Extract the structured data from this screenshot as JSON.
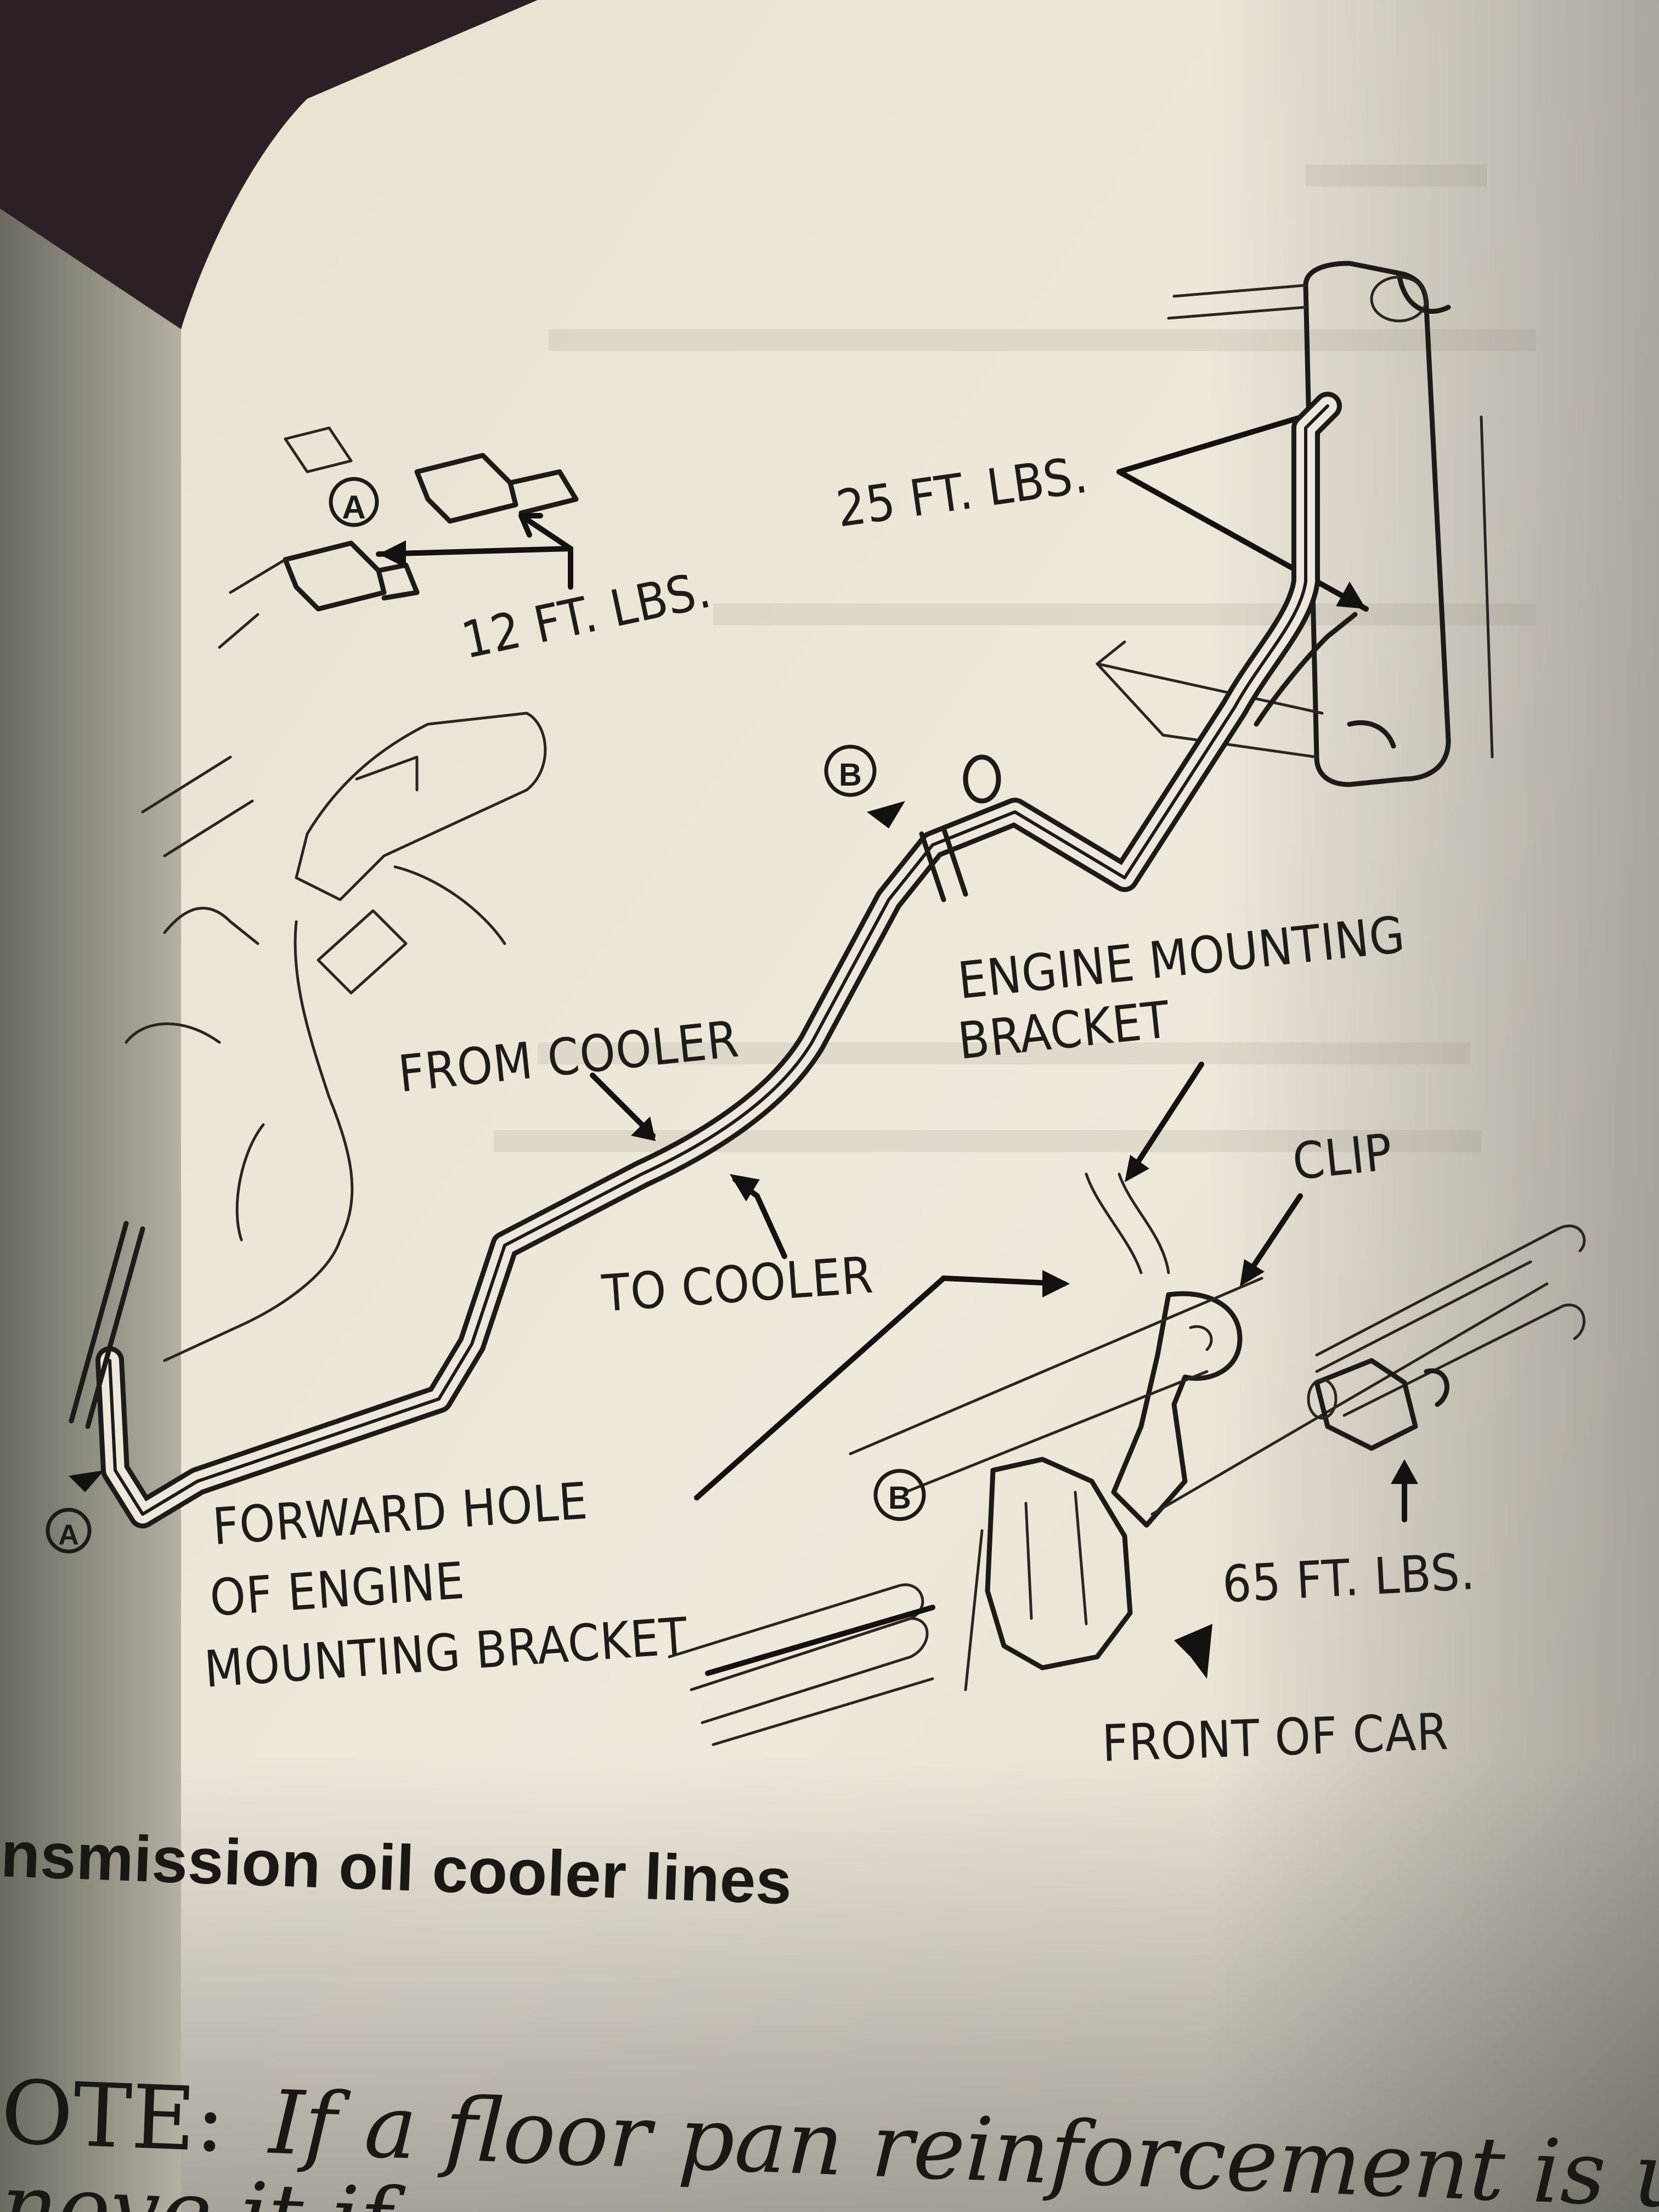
{
  "figure": {
    "labels": {
      "torque_12": "12 FT. LBS.",
      "torque_25": "25 FT. LBS.",
      "torque_65": "65 FT. LBS.",
      "from_cooler": "FROM COOLER",
      "to_cooler": "TO COOLER",
      "engine_mounting_bracket_1": "ENGINE MOUNTING",
      "engine_mounting_bracket_2": "BRACKET",
      "clip": "CLIP",
      "forward_hole_1": "FORWARD HOLE",
      "forward_hole_2": "OF ENGINE",
      "forward_hole_3": "MOUNTING BRACKET",
      "front_of_car": "FRONT OF CAR"
    },
    "callouts": {
      "a": "A",
      "b": "B"
    },
    "caption": "nsmission oil cooler lines"
  },
  "body_text": {
    "note_prefix": "OTE:",
    "note_text": "If a floor pan reinforcement is used",
    "next_line": "nove it if"
  },
  "colors": {
    "paper": "#efe9dc",
    "ink": "#1e1a17",
    "background": "#2a1f24"
  }
}
